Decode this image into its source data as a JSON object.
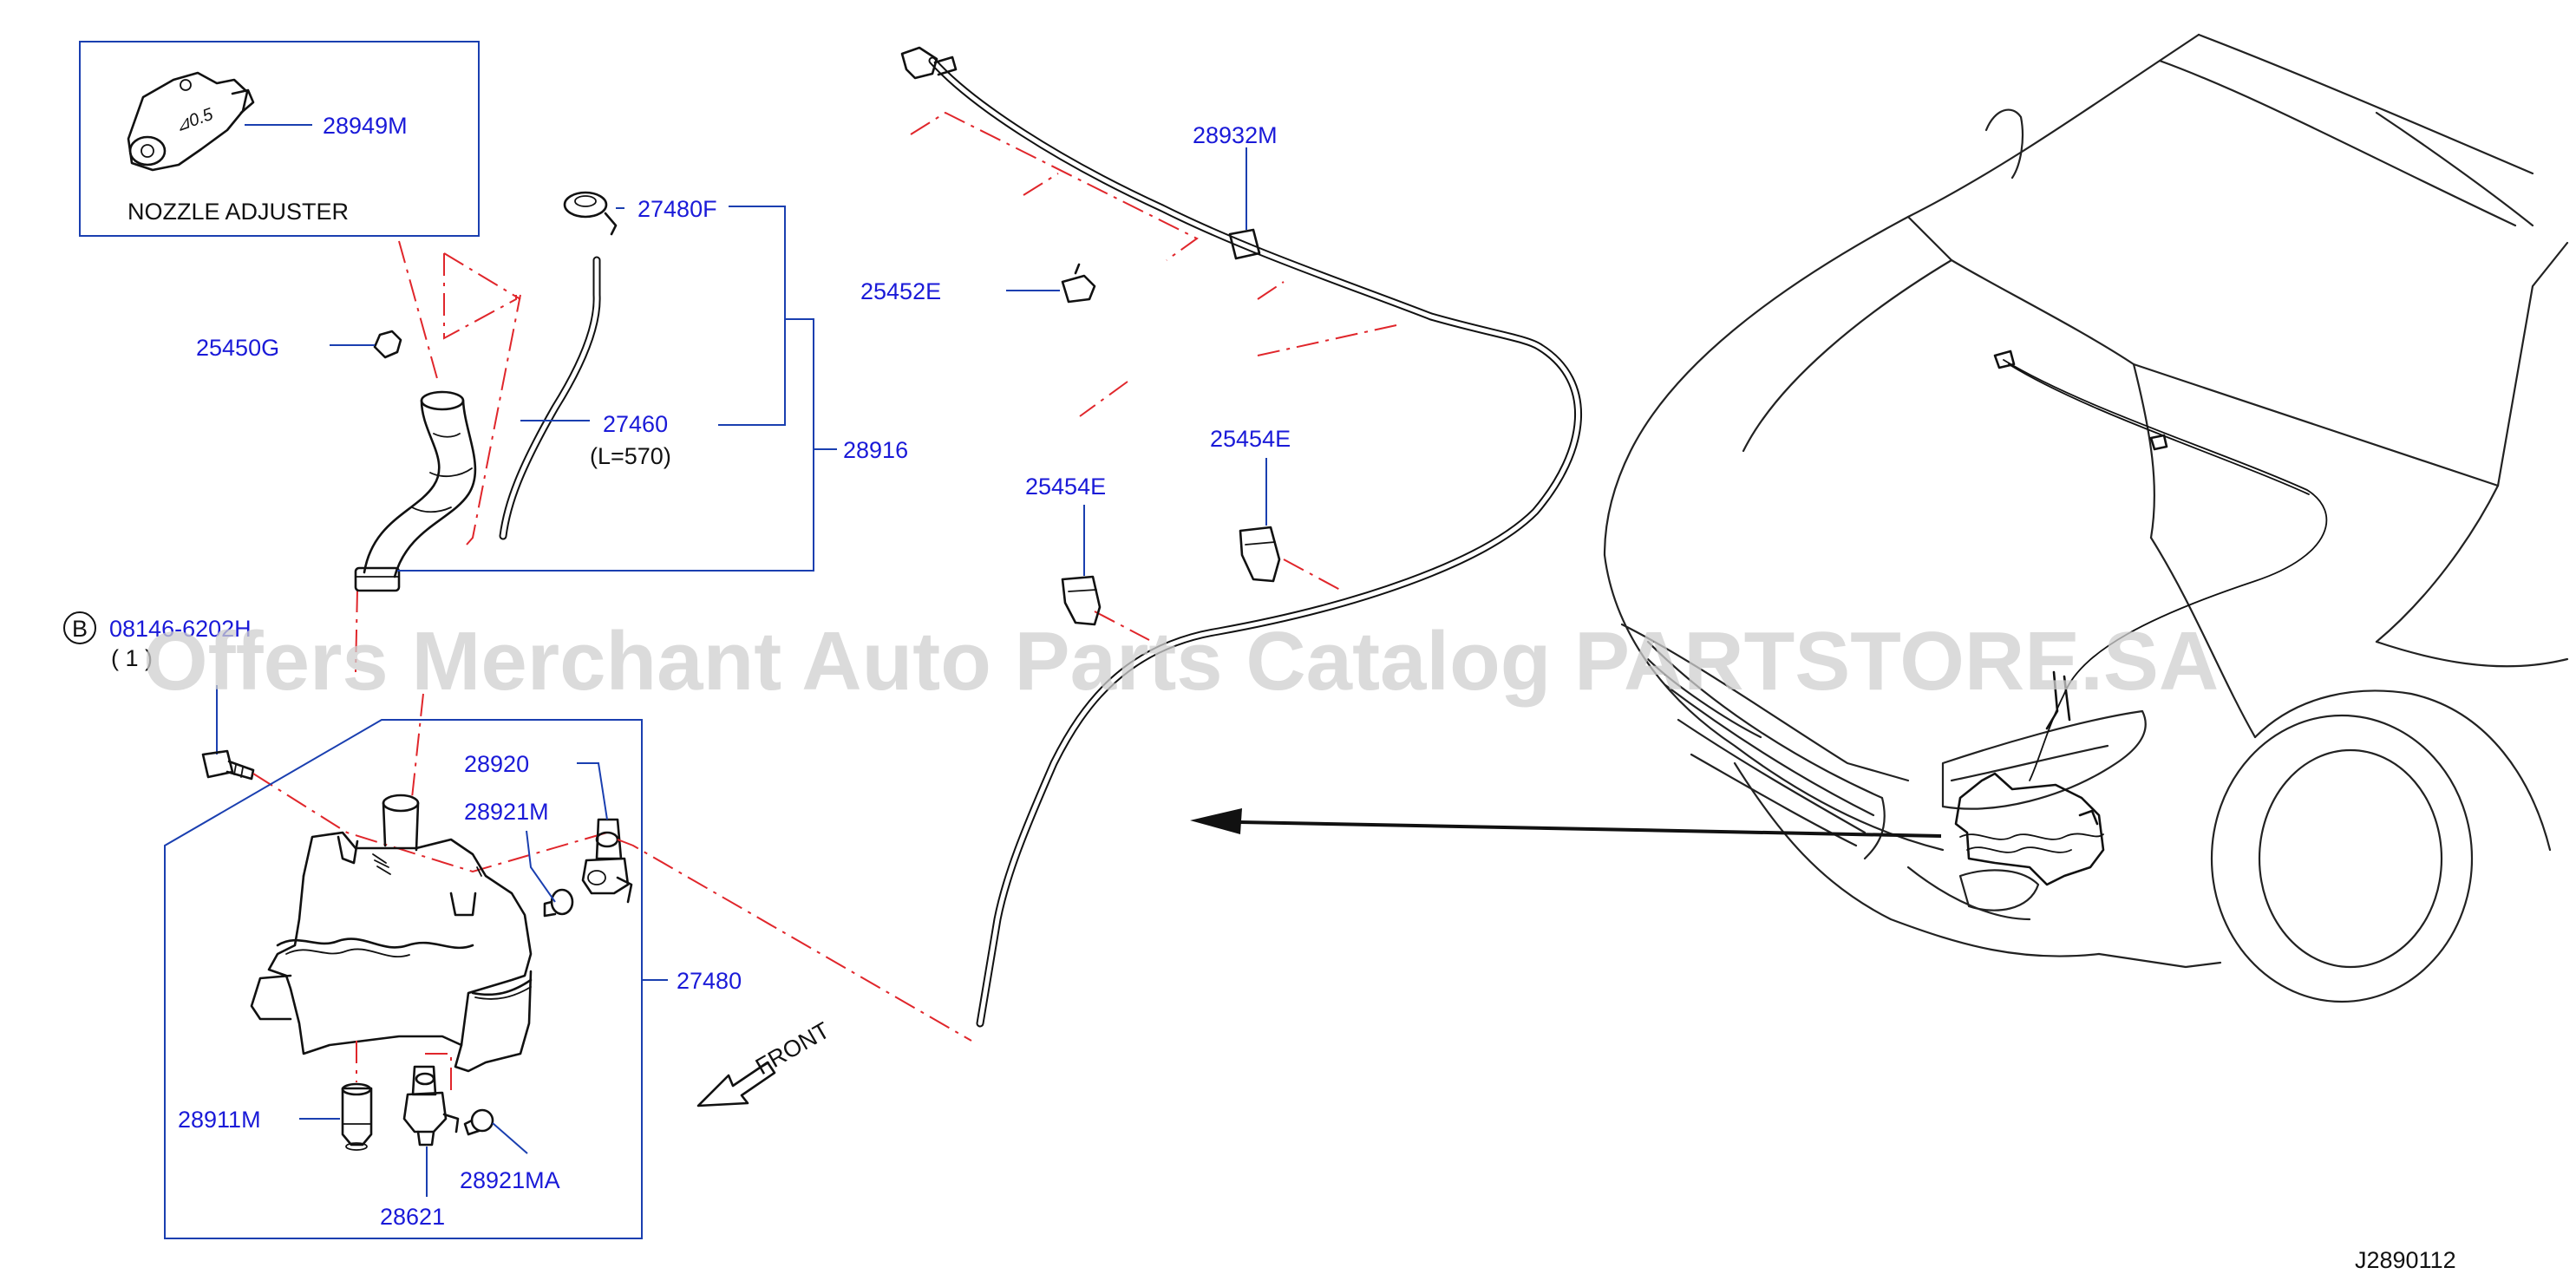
{
  "inset": {
    "title": "NOZZLE   ADJUSTER",
    "part": "28949M"
  },
  "parts": {
    "p27480F": "27480F",
    "p25450G": "25450G",
    "p27460": "27460",
    "p27460_len": "(L=570)",
    "p28916": "28916",
    "p28932M": "28932M",
    "p25452E": "25452E",
    "p25454E_left": "25454E",
    "p25454E_right": "25454E",
    "p28920": "28920",
    "p28921M": "28921M",
    "p27480": "27480",
    "p28911M": "28911M",
    "p28621": "28621",
    "p28921MA": "28921MA"
  },
  "bolt": {
    "circle_letter": "B",
    "part_number": "08146-6202H",
    "qty": "( 1 )"
  },
  "front_label": "FRONT",
  "diagram_code": "J2890112",
  "watermark": "Offers Merchant Auto Parts Catalog PARTSTORE.SA"
}
